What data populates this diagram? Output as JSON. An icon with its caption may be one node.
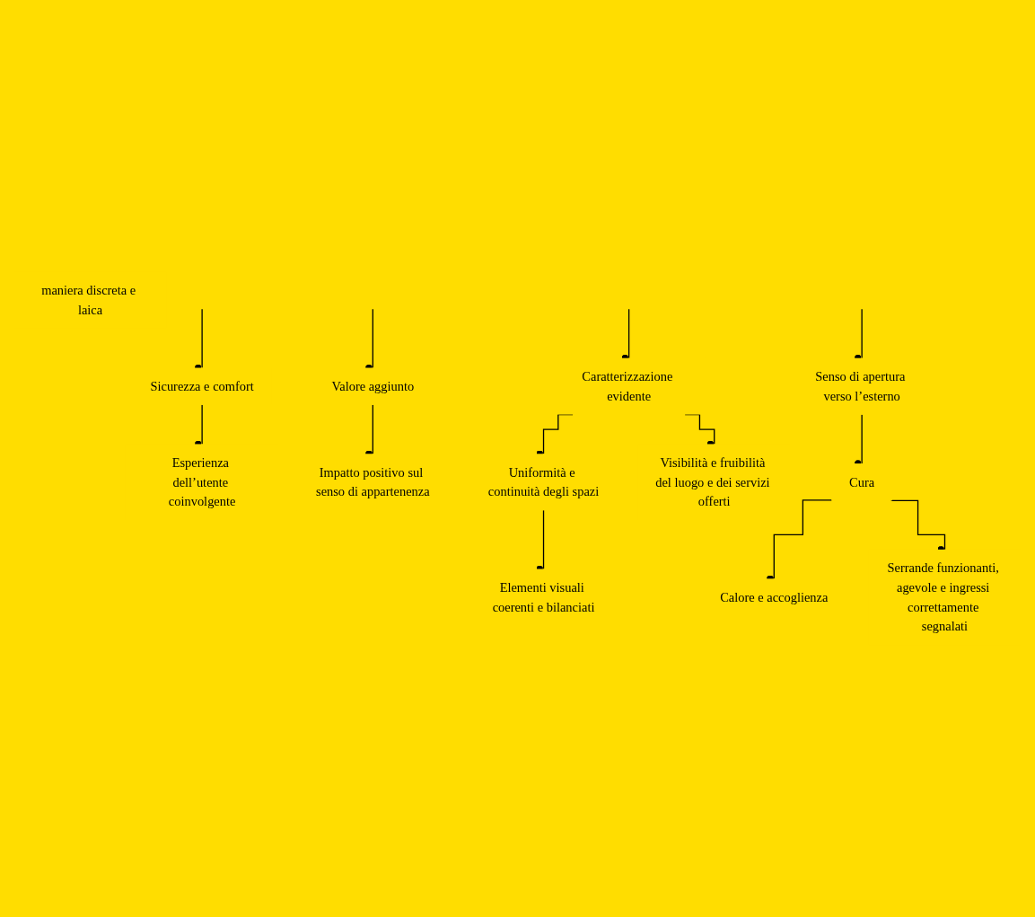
{
  "diagram": {
    "nodes": [
      {
        "text": [
          "maniera discreta e laica"
        ]
      },
      {
        "text": [
          "Sicurezza e comfort"
        ]
      },
      {
        "text": [
          "Esperienza dell’utente coinvolgente"
        ]
      },
      {
        "text": [
          "Valore aggiunto"
        ]
      },
      {
        "text": [
          "Impatto positivo sul senso di appartenenza"
        ]
      },
      {
        "text": [
          "Caratterizzazione evidente"
        ]
      },
      {
        "text": [
          "Senso di apertura verso l’esterno"
        ]
      },
      {
        "text": [
          "Uniformità e continuità degli spazi"
        ]
      },
      {
        "text": [
          "Visibilità e fruibilità del luogo e dei servizi offerti"
        ]
      },
      {
        "text": [
          "Cura"
        ]
      },
      {
        "text": [
          "Calore e accoglienza"
        ]
      },
      {
        "text": [
          "Serrande funzionanti, agevole e ingressi correttamente segnalati"
        ]
      },
      {
        "text": [
          "Elementi visuali coerenti e bilanciati"
        ]
      }
    ],
    "edges": [
      {
        "from": null,
        "to": 1,
        "arrow": "other"
      },
      {
        "from": 1,
        "to": 2,
        "arrow": "other"
      },
      {
        "from": null,
        "to": 3,
        "arrow": "other"
      },
      {
        "from": 3,
        "to": 4,
        "arrow": "other"
      },
      {
        "from": null,
        "to": 5,
        "arrow": "other"
      },
      {
        "from": null,
        "to": 6,
        "arrow": "other"
      },
      {
        "from": 5,
        "to": 8,
        "arrow": "other"
      },
      {
        "from": 5,
        "to": 7,
        "arrow": "other"
      },
      {
        "from": 6,
        "to": 9,
        "arrow": "other"
      },
      {
        "from": 9,
        "to": 10,
        "arrow": "other"
      },
      {
        "from": 9,
        "to": 11,
        "arrow": "other"
      },
      {
        "from": 7,
        "to": 12,
        "arrow": "other"
      }
    ]
  }
}
